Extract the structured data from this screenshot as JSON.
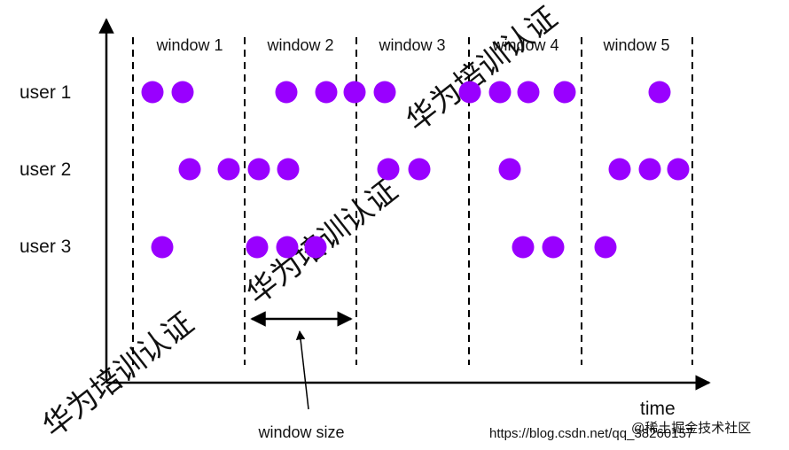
{
  "diagram": {
    "windows": [
      "window 1",
      "window 2",
      "window 3",
      "window 4",
      "window 5"
    ],
    "users": [
      "user 1",
      "user 2",
      "user 3"
    ],
    "time_label": "time",
    "window_size_label": "window size",
    "dot_color": "#9900ff"
  },
  "watermark": {
    "text": "华为培训认证",
    "footer_url": "https://blog.csdn.net/qq_38260157",
    "footer_credit": "@稀土掘金技术社区"
  }
}
